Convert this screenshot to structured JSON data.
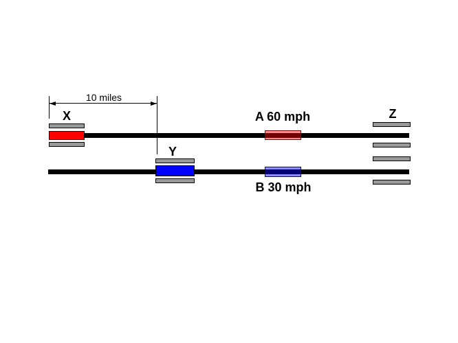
{
  "canvas": {
    "background": "#ffffff"
  },
  "track_color": "#000000",
  "platform": {
    "fill": "#999999",
    "border": "#000000"
  },
  "dimension": {
    "label": "10 miles",
    "line_color": "#000000"
  },
  "stations": {
    "x": {
      "label": "X"
    },
    "y": {
      "label": "Y"
    },
    "z": {
      "label": "Z"
    }
  },
  "trains": {
    "a": {
      "label": "A 60 mph",
      "fill": "rgba(255,0,0,0.45)",
      "border": "#7f0000"
    },
    "b": {
      "label": "B 30 mph",
      "fill": "rgba(0,0,255,0.45)",
      "border": "#00007f"
    },
    "stopped_at_x": {
      "fill": "#ff0000",
      "border": "#000000"
    },
    "stopped_at_y": {
      "fill": "#0000ff",
      "border": "#000000"
    }
  }
}
